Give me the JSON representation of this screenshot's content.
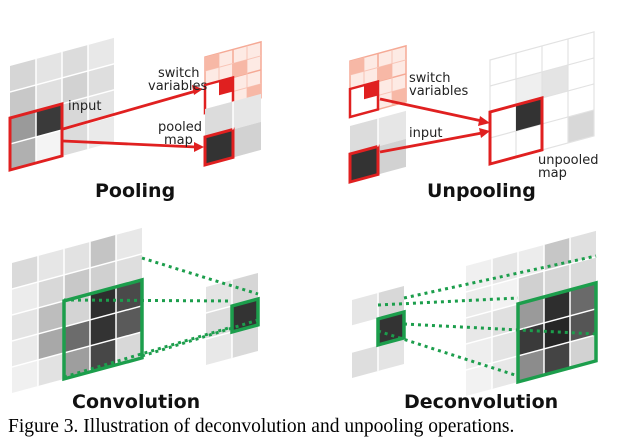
{
  "pooling": {
    "title": "Pooling",
    "input_label": "input",
    "switch_label": [
      "switch",
      "variables"
    ],
    "pooled_label": [
      "pooled",
      "map"
    ]
  },
  "unpooling": {
    "title": "Unpooling",
    "switch_label": [
      "switch",
      "variables"
    ],
    "input_label": "input",
    "unpooled_label": [
      "unpooled",
      "map"
    ]
  },
  "convolution": {
    "title": "Convolution"
  },
  "deconvolution": {
    "title": "Deconvolution"
  },
  "caption": "Figure 3. Illustration of deconvolution and unpooling operations.",
  "colors": {
    "red": "#e02020",
    "green": "#1c9e4c",
    "light_red": "#f7b8a6",
    "dark_cell": "#333333"
  }
}
